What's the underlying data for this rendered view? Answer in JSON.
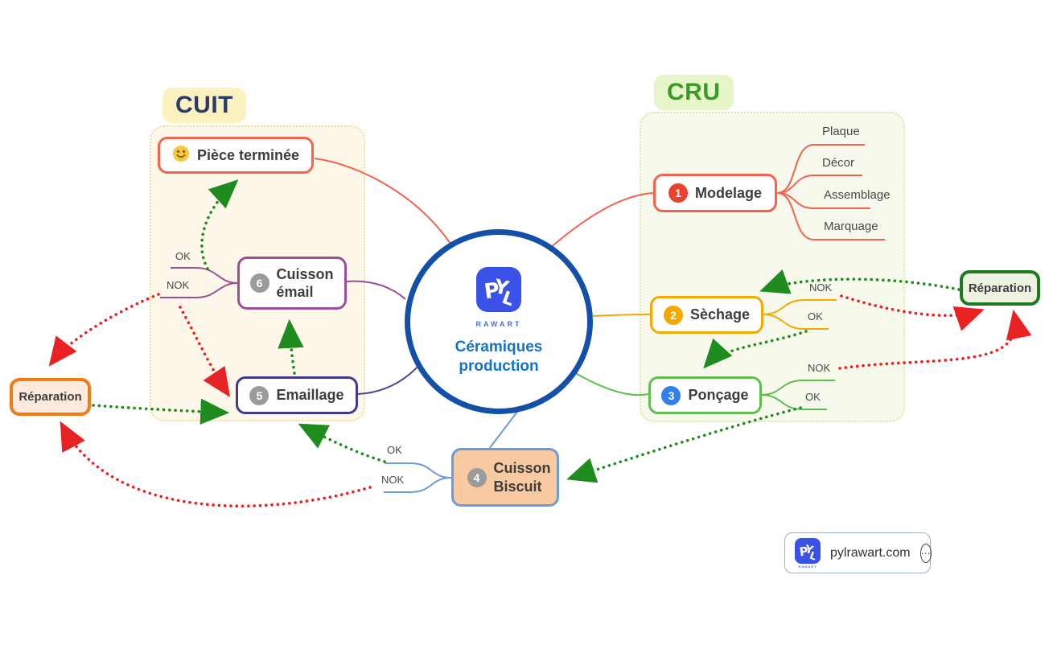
{
  "groups": {
    "cuit": {
      "label": "CUIT"
    },
    "cru": {
      "label": "CRU"
    }
  },
  "center": {
    "title": "Céramiques production",
    "brand": "RAWART",
    "logo": "PYL"
  },
  "nodes": {
    "piece_terminee": {
      "label": "Pièce terminée",
      "icon": "smiley-icon"
    },
    "modelage": {
      "num": "1",
      "label": "Modelage"
    },
    "sechage": {
      "num": "2",
      "label": "Sèchage"
    },
    "poncage": {
      "num": "3",
      "label": "Ponçage"
    },
    "cuisson_biscuit": {
      "num": "4",
      "label": "Cuisson Biscuit"
    },
    "emaillage": {
      "num": "5",
      "label": "Emaillage"
    },
    "cuisson_email": {
      "num": "6",
      "label": "Cuisson émail"
    },
    "reparation_left": {
      "label": "Réparation"
    },
    "reparation_right": {
      "label": "Réparation"
    }
  },
  "modelage_children": [
    "Plaque",
    "Décor",
    "Assemblage",
    "Marquage"
  ],
  "flow_labels": {
    "email_ok": "OK",
    "email_nok": "NOK",
    "sechage_nok": "NOK",
    "sechage_ok": "OK",
    "poncage_nok": "NOK",
    "poncage_ok": "OK",
    "biscuit_ok": "OK",
    "biscuit_nok": "NOK"
  },
  "footer": {
    "url": "pylrawart.com",
    "brand": "RAWART",
    "menu_icon": "ellipsis-icon"
  },
  "colors": {
    "salmon": "#f4634e",
    "badge_red": "#e8432e",
    "amber": "#f5a800",
    "green_border": "#5fbf4e",
    "badge_blue": "#2f80ed",
    "badge_gray": "#9b9b9b",
    "biscuit_bg": "#f9c9a1",
    "biscuit_border": "#6b9bd8",
    "indigo": "#423a8e",
    "purple": "#9c4f96",
    "reparation_left_border": "#f07c12",
    "reparation_right_border": "#1f7a1f",
    "ok_green": "#1e8c1e",
    "nok_red": "#e82222",
    "center_border": "#1450a8",
    "title_blue": "#1273c7",
    "cuit_bg": "#fbf2c0",
    "cuit_text": "#2b3a67",
    "cru_bg": "#e7f6c9",
    "cru_text": "#379b26",
    "logo_bg": "#3a52e8"
  }
}
